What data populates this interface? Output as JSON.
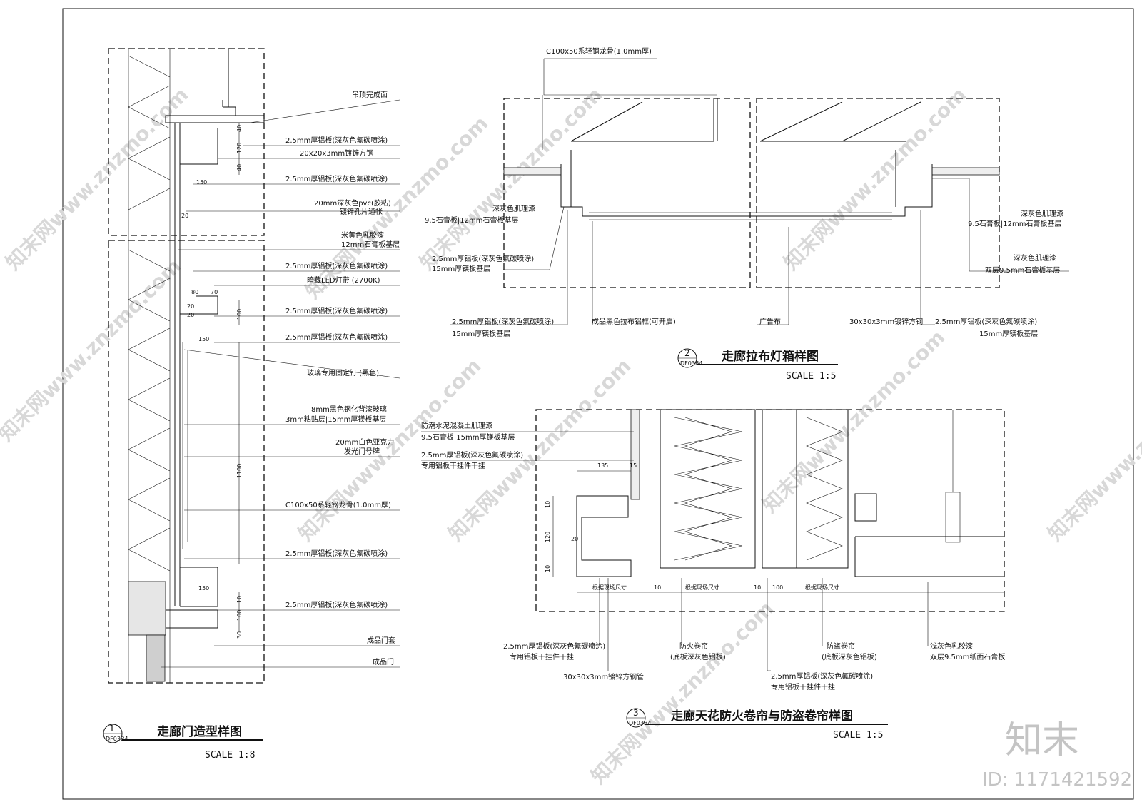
{
  "drawing1": {
    "number": "1",
    "sheet": "DF03B4",
    "title": "走廊门造型样图",
    "scale": "SCALE 1:8",
    "labels": [
      "吊顶完成面",
      "2.5mm厚铝板(深灰色氟碳喷涂)",
      "20x20x3mm镀锌方钢",
      "2.5mm厚铝板(深灰色氟碳喷涂)",
      "20mm深灰色pvc(胶粘)",
      "镀锌孔片通帐",
      "米黄色乳胶漆",
      "12mm石膏板基层",
      "2.5mm厚铝板(深灰色氟碳喷涂)",
      "暗藏LED灯带 (2700K)",
      "2.5mm厚铝板(深灰色氟碳喷涂)",
      "2.5mm厚铝板(深灰色氟碳喷涂)",
      "玻璃专用固定钉 (黑色)",
      "8mm黑色钢化背漆玻璃",
      "3mm粘贴层|15mm厚镁板基层",
      "20mm白色亚克力",
      "发光门号牌",
      "C100x50系轻钢龙骨(1.0mm厚)",
      "2.5mm厚铝板(深灰色氟碳喷涂)",
      "2.5mm厚铝板(深灰色氟碳喷涂)",
      "成品门套",
      "成品门"
    ],
    "dims": [
      "40",
      "120",
      "40",
      "150",
      "20",
      "80",
      "70",
      "20",
      "20",
      "100",
      "150",
      "1100",
      "150",
      "10",
      "100",
      "30"
    ]
  },
  "drawing2": {
    "number": "2",
    "sheet": "DF03B4",
    "title": "走廊拉布灯箱样图",
    "scale": "SCALE 1:5",
    "top_label": "C100x50系轻钢龙骨(1.0mm厚)",
    "left_labels": [
      "深灰色肌理漆",
      "9.5石膏板|12mm石膏板基层",
      "2.5mm厚铝板(深灰色氟碳喷涂)",
      "15mm厚镁板基层"
    ],
    "right_labels": [
      "深灰色肌理漆",
      "9.5石膏板|12mm石膏板基层",
      "深灰色肌理漆",
      "双层9.5mm石膏板基层"
    ],
    "bottom_labels": [
      "2.5mm厚铝板(深灰色氟碳喷涂)",
      "15mm厚镁板基层",
      "成品黑色拉布铝框(可开启)",
      "广告布",
      "30x30x3mm镀锌方钢",
      "2.5mm厚铝板(深灰色氟碳喷涂)",
      "15mm厚镁板基层"
    ]
  },
  "drawing3": {
    "number": "3",
    "sheet": "DF03B4",
    "title": "走廊天花防火卷帘与防盗卷帘样图",
    "scale": "SCALE 1:5",
    "left_labels": [
      "防潮水泥混凝土肌理漆",
      "9.5石膏板|15mm厚镁板基层",
      "2.5mm厚铝板(深灰色氟碳喷涂)",
      "专用铝板干挂件干挂"
    ],
    "dims": [
      "135",
      "15",
      "10",
      "120",
      "20",
      "10",
      "10",
      "10",
      "100"
    ],
    "dim_text": [
      "根据现场尺寸",
      "根据现场尺寸",
      "根据现场尺寸"
    ],
    "bottom_labels": [
      "2.5mm厚铝板(深灰色氟碳喷涂)",
      "专用铝板干挂件干挂",
      "30x30x3mm镀锌方钢管",
      "防火卷帘",
      "(底板深灰色铝板)",
      "2.5mm厚铝板(深灰色氟碳喷涂)",
      "专用铝板干挂件干挂",
      "防盗卷帘",
      "(底板深灰色铝板)",
      "浅灰色乳胶漆",
      "双层9.5mm纸面石膏板"
    ]
  },
  "brand": {
    "logo": "知末",
    "id": "ID: 1171421592",
    "watermark": "知末网www.znzmo.com"
  }
}
